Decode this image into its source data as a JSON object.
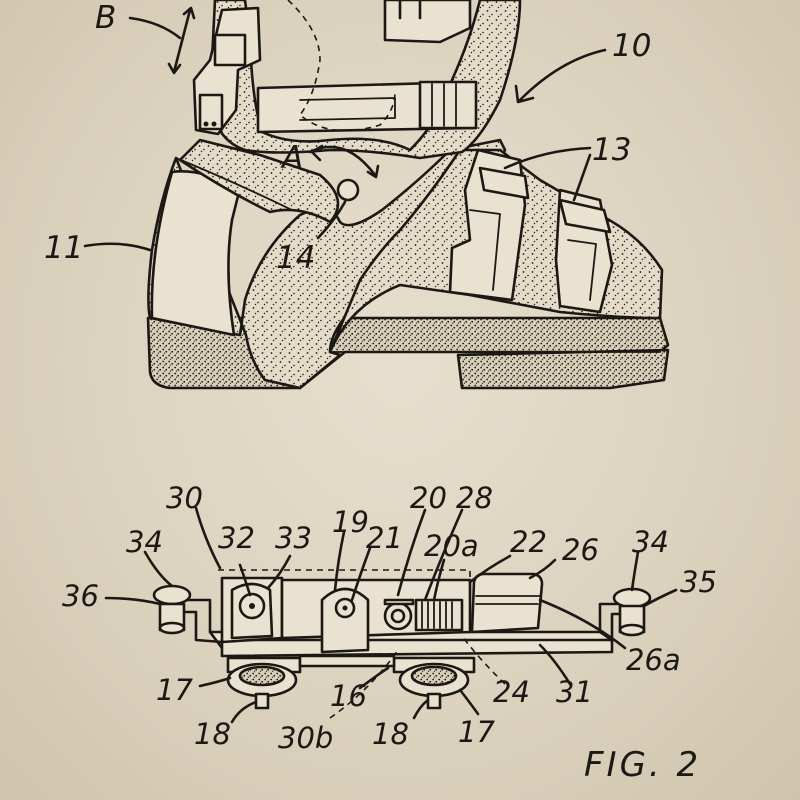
{
  "figure": {
    "caption": "FIG. 2",
    "colors": {
      "paper": "#dcd3bf",
      "ink": "#1c1915"
    }
  },
  "labels": {
    "B": "B",
    "A": "A",
    "n10": "10",
    "n11": "11",
    "n13": "13",
    "n14": "14",
    "n30": "30",
    "n20": "20",
    "n28": "28",
    "n19": "19",
    "n32": "32",
    "n33": "33",
    "n21": "21",
    "n20a": "20a",
    "n22": "22",
    "n26": "26",
    "n34_left": "34",
    "n34_right": "34",
    "n36": "36",
    "n35": "35",
    "n26a": "26a",
    "n17_left": "17",
    "n17_right": "17",
    "n16": "16",
    "n24": "24",
    "n31": "31",
    "n18_left": "18",
    "n18_right": "18",
    "n30b": "30b"
  }
}
